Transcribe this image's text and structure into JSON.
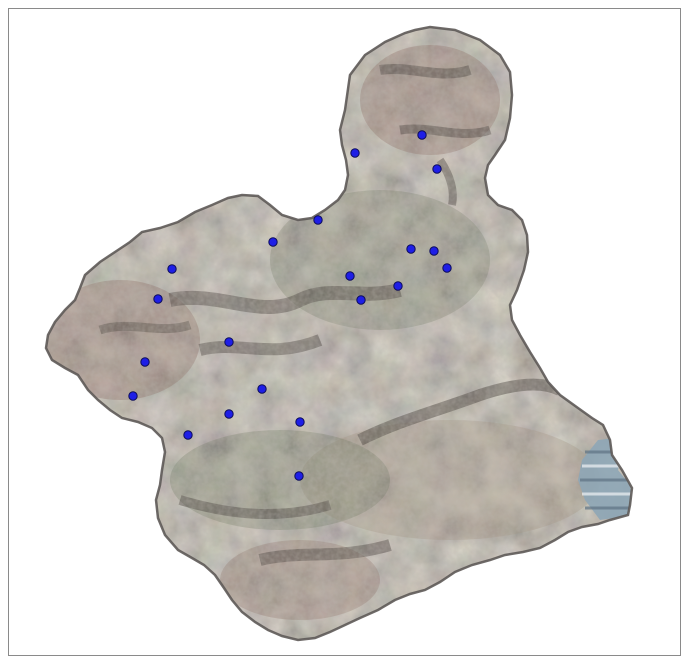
{
  "map": {
    "region_colors": {
      "terrain_base": "#7f7466",
      "terrain_light": "#a39584",
      "terrain_dark": "#4e4842",
      "terrain_green": "#6e7760",
      "terrain_red": "#8b6d63",
      "border": "#5e5a58",
      "coast_water": "#8ea6b6",
      "point_fill": "#1e1ee6",
      "point_stroke": "#0c0c5a"
    },
    "station_markers": [
      {
        "id": "station-1"
      },
      {
        "id": "station-2"
      },
      {
        "id": "station-3"
      },
      {
        "id": "station-4"
      },
      {
        "id": "station-5"
      },
      {
        "id": "station-6"
      },
      {
        "id": "station-7"
      },
      {
        "id": "station-8"
      },
      {
        "id": "station-9"
      },
      {
        "id": "station-10"
      },
      {
        "id": "station-11"
      },
      {
        "id": "station-12"
      },
      {
        "id": "station-13"
      },
      {
        "id": "station-14"
      },
      {
        "id": "station-15"
      },
      {
        "id": "station-16"
      },
      {
        "id": "station-17"
      },
      {
        "id": "station-18"
      },
      {
        "id": "station-19"
      },
      {
        "id": "station-20"
      },
      {
        "id": "station-21"
      },
      {
        "id": "station-22"
      },
      {
        "id": "station-23"
      }
    ]
  }
}
